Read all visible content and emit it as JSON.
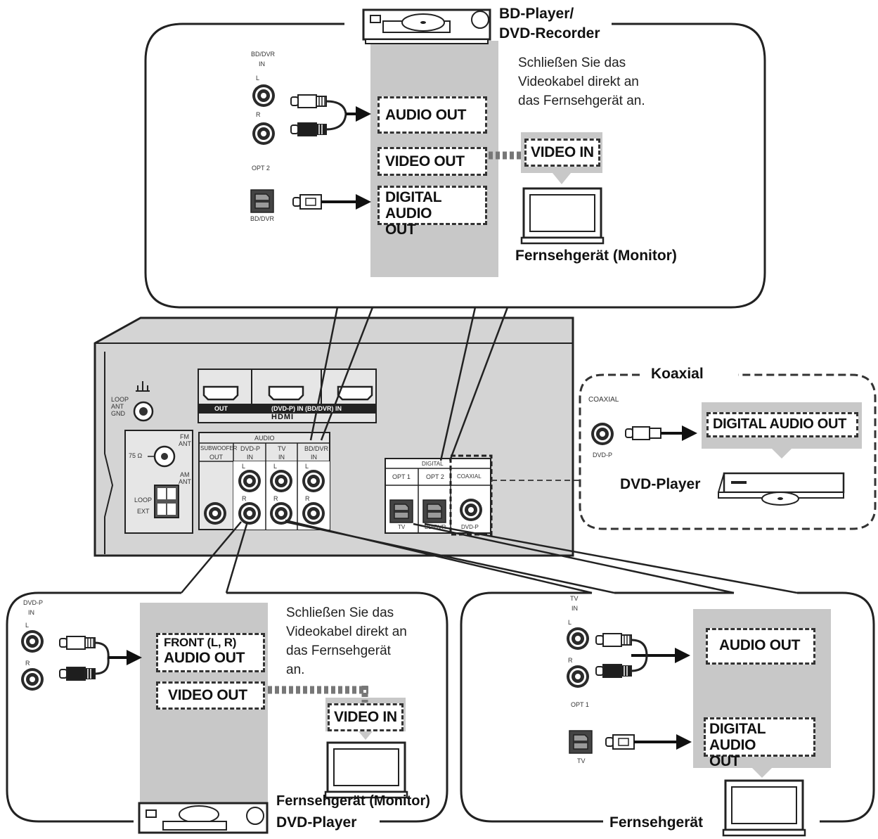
{
  "top_panel": {
    "device_label": "BD-Player/\nDVD-Recorder",
    "device_line1": "BD-Player/",
    "device_line2": "DVD-Recorder",
    "note_line1": "Schließen Sie das",
    "note_line2": "Videokabel direkt an",
    "note_line3": "das Fernsehgerät an.",
    "audio_out": "AUDIO OUT",
    "video_out": "VIDEO OUT",
    "digital_audio_out_line1": "DIGITAL AUDIO",
    "digital_audio_out_line2": "OUT",
    "video_in": "VIDEO IN",
    "monitor_label": "Fernsehgerät (Monitor)",
    "jack_header_line1": "BD/DVR",
    "jack_header_line2": "IN",
    "jack_l": "L",
    "jack_r": "R",
    "opt_label": "OPT 2",
    "opt_sub": "BD/DVR"
  },
  "receiver": {
    "gnd_line1": "LOOP",
    "gnd_line2": "ANT",
    "gnd_line3": "GND",
    "fm_line1": "FM",
    "fm_line2": "ANT",
    "ohm": "75 Ω",
    "am_line1": "AM",
    "am_line2": "ANT",
    "loop": "LOOP",
    "ext": "EXT",
    "hdmi_out": "OUT",
    "hdmi_in": "(DVD-P) IN (BD/DVR) IN",
    "hdmi_logo": "HDMI",
    "audio_header": "AUDIO",
    "sub_line1": "SUBWOOFER",
    "sub_line2": "OUT",
    "dvdp_line1": "DVD-P",
    "dvdp_line2": "IN",
    "tv_line1": "TV",
    "tv_line2": "IN",
    "bddvr_line1": "BD/DVR",
    "bddvr_line2": "IN",
    "ch_l": "L",
    "ch_r": "R",
    "digital_header": "DIGITAL",
    "opt1": "OPT 1",
    "opt2": "OPT 2",
    "coaxial": "COAXIAL",
    "opt1_sub": "TV",
    "opt2_sub": "BD/DVR",
    "coax_sub": "DVD-P"
  },
  "coax_panel": {
    "title": "Koaxial",
    "jack_label": "COAXIAL",
    "jack_sub": "DVD-P",
    "digital_audio_out": "DIGITAL AUDIO OUT",
    "device_label": "DVD-Player"
  },
  "bottom_left_panel": {
    "jack_header_line1": "DVD-P",
    "jack_header_line2": "IN",
    "jack_l": "L",
    "jack_r": "R",
    "front_line1": "FRONT (L, R)",
    "front_line2": "AUDIO OUT",
    "video_out": "VIDEO OUT",
    "note_line1": "Schließen Sie das",
    "note_line2": "Videokabel direkt an",
    "note_line3": "das Fernsehgerät",
    "note_line4": "an.",
    "video_in": "VIDEO IN",
    "monitor_label": "Fernsehgerät (Monitor)",
    "device_label": "DVD-Player"
  },
  "bottom_right_panel": {
    "jack_header_line1": "TV",
    "jack_header_line2": "IN",
    "jack_l": "L",
    "jack_r": "R",
    "opt_label": "OPT 1",
    "opt_sub": "TV",
    "audio_out": "AUDIO OUT",
    "digital_audio_out_line1": "DIGITAL AUDIO",
    "digital_audio_out_line2": "OUT",
    "tv_label": "Fernsehgerät"
  },
  "colors": {
    "panel_gray": "#c8c8c8",
    "receiver_gray": "#d4d4d4",
    "line": "#222222"
  }
}
